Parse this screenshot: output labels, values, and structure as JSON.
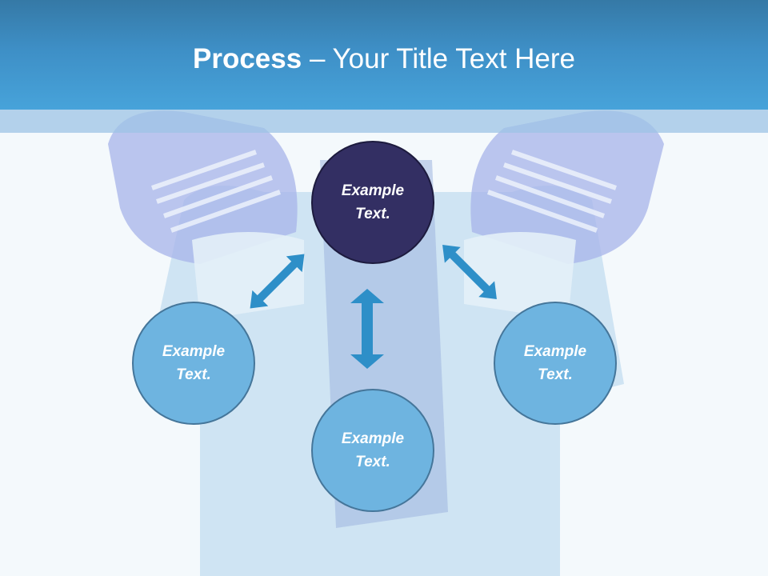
{
  "slide": {
    "title_bold": "Process",
    "title_rest": " – Your Title Text Here"
  },
  "diagram": {
    "center": "Example Text.",
    "left": "Example Text.",
    "right": "Example Text.",
    "bottom": "Example Text."
  },
  "colors": {
    "header": "#3e8fc6",
    "center_fill": "#332f63",
    "outer_fill": "#6eb4e0",
    "arrow": "#2e8fc8"
  }
}
